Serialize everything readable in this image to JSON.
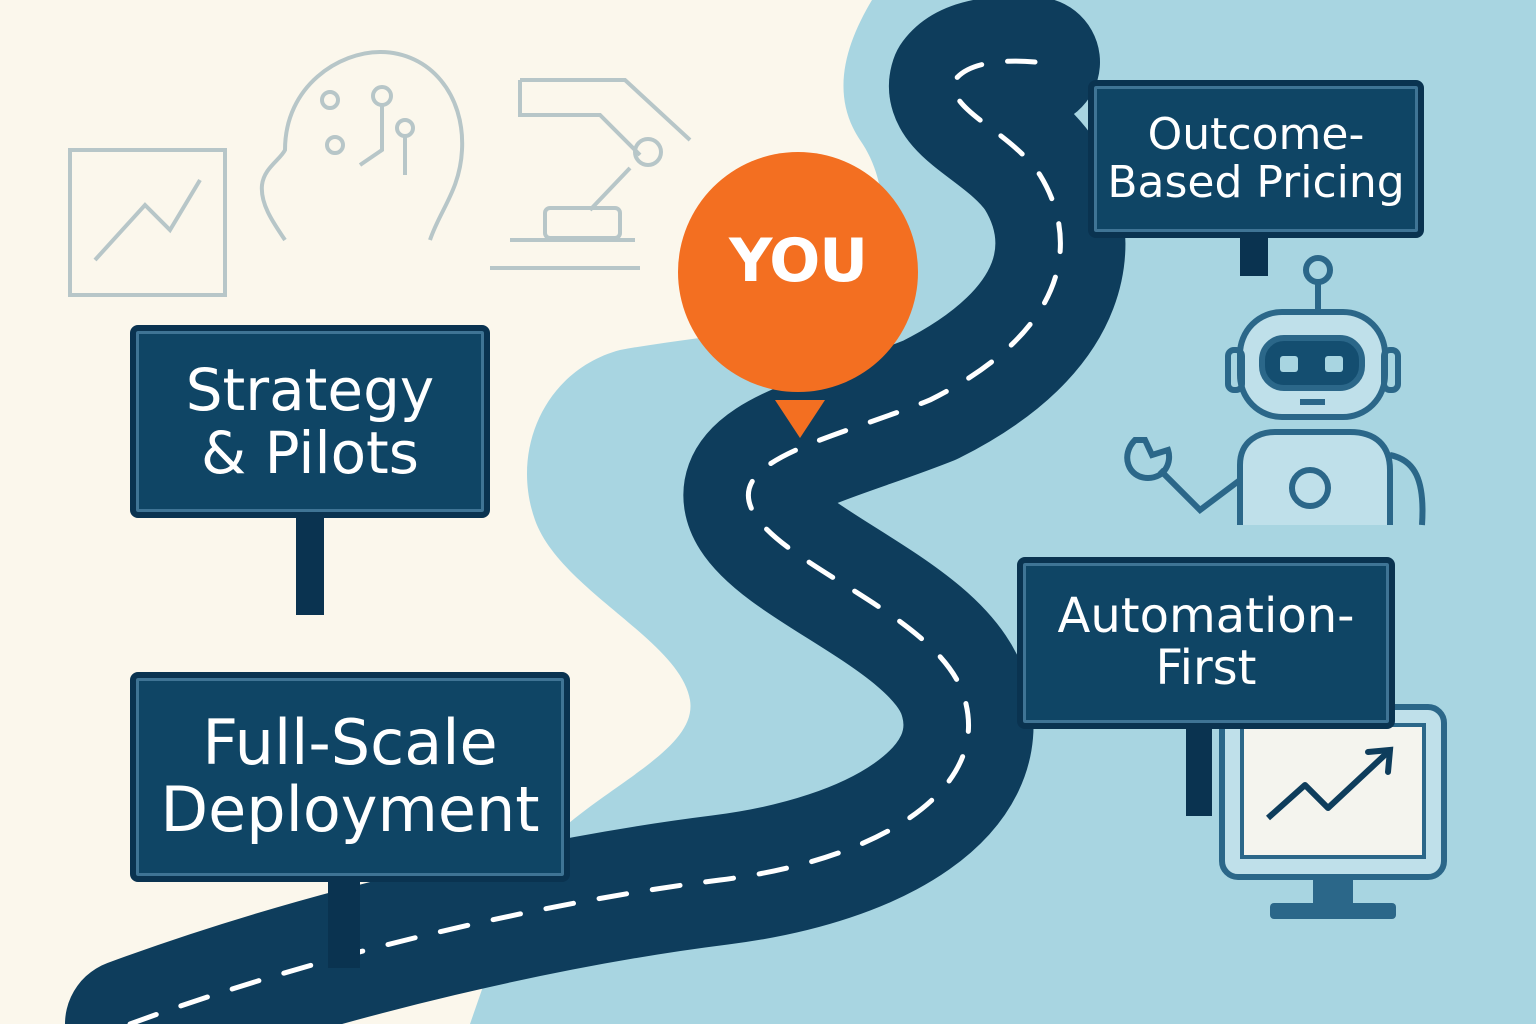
{
  "colors": {
    "background_left": "#fbf7ec",
    "background_right": "#a8d5e1",
    "road": "#0e3d5c",
    "sign": "#0f4565",
    "marker": "#f36f21",
    "icon_sketch": "#b7c6c8",
    "icon_robot": "#2b6789"
  },
  "marker": {
    "label": "YOU"
  },
  "signs": [
    {
      "id": "strategy",
      "lines": [
        "Strategy",
        "& Pilots"
      ]
    },
    {
      "id": "fullscale",
      "lines": [
        "Full-Scale",
        "Deployment"
      ]
    },
    {
      "id": "outcome",
      "lines": [
        "Outcome-",
        "Based Pricing"
      ]
    },
    {
      "id": "automation",
      "lines": [
        "Automation-",
        "First"
      ]
    }
  ],
  "icons": [
    "trend-chart-icon",
    "ai-head-icon",
    "robotic-arm-icon",
    "robot-icon",
    "wrench-icon",
    "monitor-chart-icon"
  ]
}
